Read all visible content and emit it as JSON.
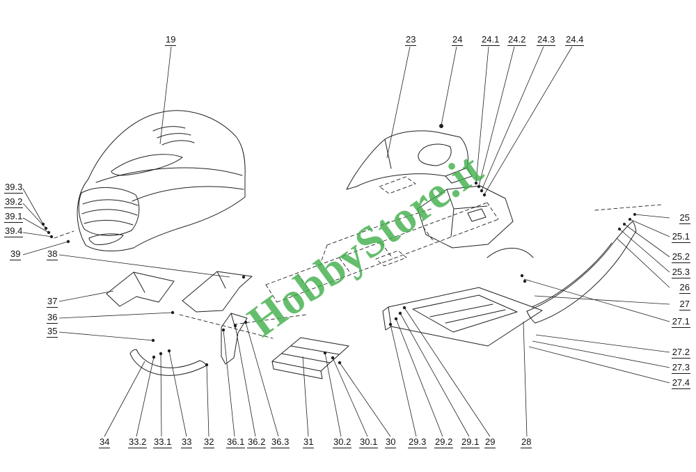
{
  "watermark": {
    "text": "HobbyStore.it",
    "color": "#3fae49"
  },
  "line_color": "#1f1f1f",
  "labels": {
    "n19": "19",
    "n23": "23",
    "n24": "24",
    "n24_1": "24.1",
    "n24_2": "24.2",
    "n24_3": "24.3",
    "n24_4": "24.4",
    "n25": "25",
    "n25_1": "25.1",
    "n25_2": "25.2",
    "n25_3": "25.3",
    "n26": "26",
    "n27": "27",
    "n27_1": "27.1",
    "n27_2": "27.2",
    "n27_3": "27.3",
    "n27_4": "27.4",
    "n28": "28",
    "n29": "29",
    "n29_1": "29.1",
    "n29_2": "29.2",
    "n29_3": "29.3",
    "n30": "30",
    "n30_1": "30.1",
    "n30_2": "30.2",
    "n31": "31",
    "n32": "32",
    "n33": "33",
    "n33_1": "33.1",
    "n33_2": "33.2",
    "n34": "34",
    "n35": "35",
    "n36": "36",
    "n36_1": "36.1",
    "n36_2": "36.2",
    "n36_3": "36.3",
    "n37": "37",
    "n38": "38",
    "n39": "39",
    "n39_1": "39.1",
    "n39_2": "39.2",
    "n39_3": "39.3",
    "n39_4": "39.4"
  }
}
